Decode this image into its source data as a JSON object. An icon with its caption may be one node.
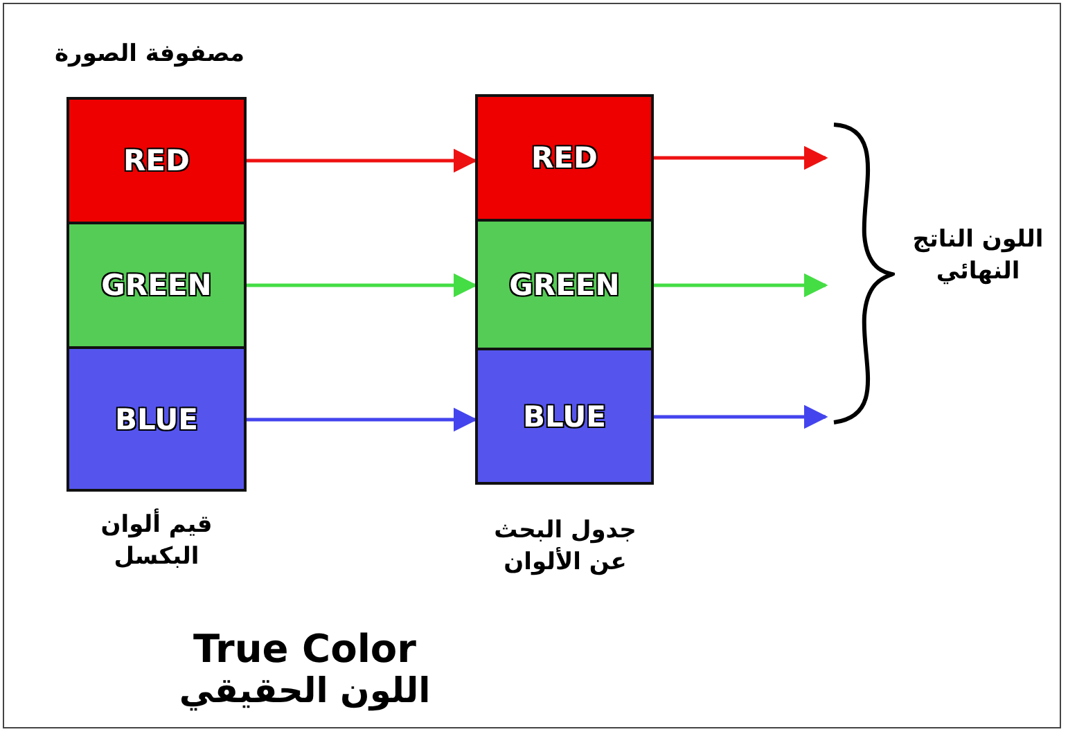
{
  "diagram": {
    "title": "True Color",
    "caption": "اللون الحقيقي",
    "nodes": [
      {
        "text": [
          "RED"
        ]
      },
      {
        "text": [
          "GREEN"
        ]
      },
      {
        "text": [
          "BLUE"
        ]
      },
      {
        "text": [
          "RED"
        ]
      },
      {
        "text": [
          "GREEN"
        ]
      },
      {
        "text": [
          "BLUE"
        ]
      },
      {
        "text": [
          "اللون الناتج النهائي"
        ]
      }
    ],
    "edges": [
      {
        "from": 0,
        "to": 3,
        "arrow": "to",
        "color": "#ee1111"
      },
      {
        "from": 1,
        "to": 4,
        "arrow": "to",
        "color": "#44dd44"
      },
      {
        "from": 2,
        "to": 5,
        "arrow": "to",
        "color": "#4444ee"
      },
      {
        "from": 3,
        "to": 6,
        "arrow": "to",
        "color": "#ee1111"
      },
      {
        "from": 4,
        "to": 6,
        "arrow": "to",
        "color": "#44dd44"
      },
      {
        "from": 5,
        "to": 6,
        "arrow": "to",
        "color": "#4444ee"
      }
    ],
    "labels": [
      "مصفوفة الصورة",
      "قيم ألوان البكسل",
      "جدول البحث عن الألوان"
    ]
  }
}
